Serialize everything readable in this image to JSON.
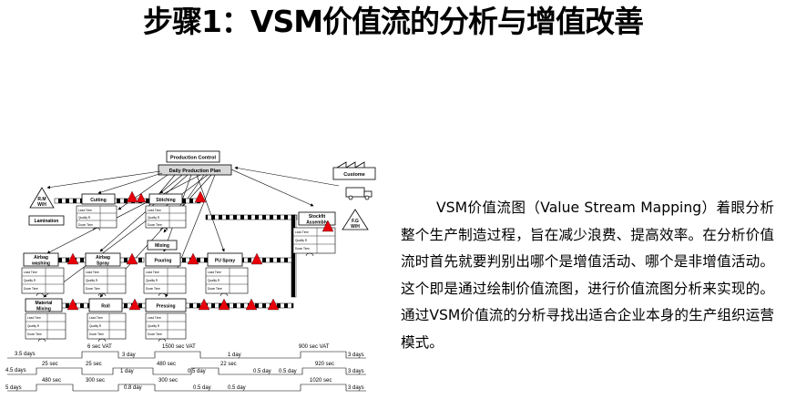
{
  "title": "步骤1：VSM价值流的分析与增值改善",
  "description": "VSM价值流图（Value Stream Mapping）着眼分析整个生产制造过程，旨在减少浪费、提高效率。在分析价值流时首先就要判别出哪个是增值活动、哪个是非增值活动。这个即是通过绘制价值流图，进行价值流图分析来实现的。通过VSM价值流的分析寻找出适合企业本身的生产组织运营模式。",
  "vsm": {
    "production_control": "Production Control",
    "daily_plan": "Daily Production Plan",
    "customer": "Custome",
    "supplier_1": "R.M",
    "supplier_2": "W/H",
    "fg_1": "F.G",
    "fg_2": "W/H",
    "lamination": "Lamination",
    "mixing": "Mixing",
    "processes": {
      "cutting": "Cutting",
      "stitching": "Stitching",
      "stockfit_1": "Stockfit",
      "stockfit_2": "Assembly",
      "airbag_wash_1": "Airbag",
      "airbag_wash_2": "washing",
      "airbag_spray_1": "Airbag",
      "airbag_spray_2": "Spray",
      "pouring": "Pouring",
      "pu_spray": "PU Spray",
      "material_1": "Material",
      "material_2": "Mixing",
      "roll": "Roll",
      "pressing": "Pressing"
    },
    "data_box": {
      "lead_time": "Lead Time",
      "quality": "Quality R",
      "down_time": "Down Time"
    },
    "timeline": {
      "row1": [
        "3.5 days",
        "6 sec VAT",
        "3 day",
        "1500 sec VAT",
        "1 day",
        "900 sec VAT",
        "3 days"
      ],
      "row2": [
        "4.5 days",
        "25 sec",
        "25 sec",
        "1 day",
        "480 sec",
        "0.5 day",
        "22 sec",
        "0.5 day",
        "0.5 day",
        "920 sec",
        "3 days"
      ],
      "row3": [
        "5 days",
        "480 sec",
        "300 sec",
        "0.8 day",
        "300 sec",
        "0.5 day",
        "0.5 day",
        "1020 sec",
        "3 days"
      ]
    }
  }
}
